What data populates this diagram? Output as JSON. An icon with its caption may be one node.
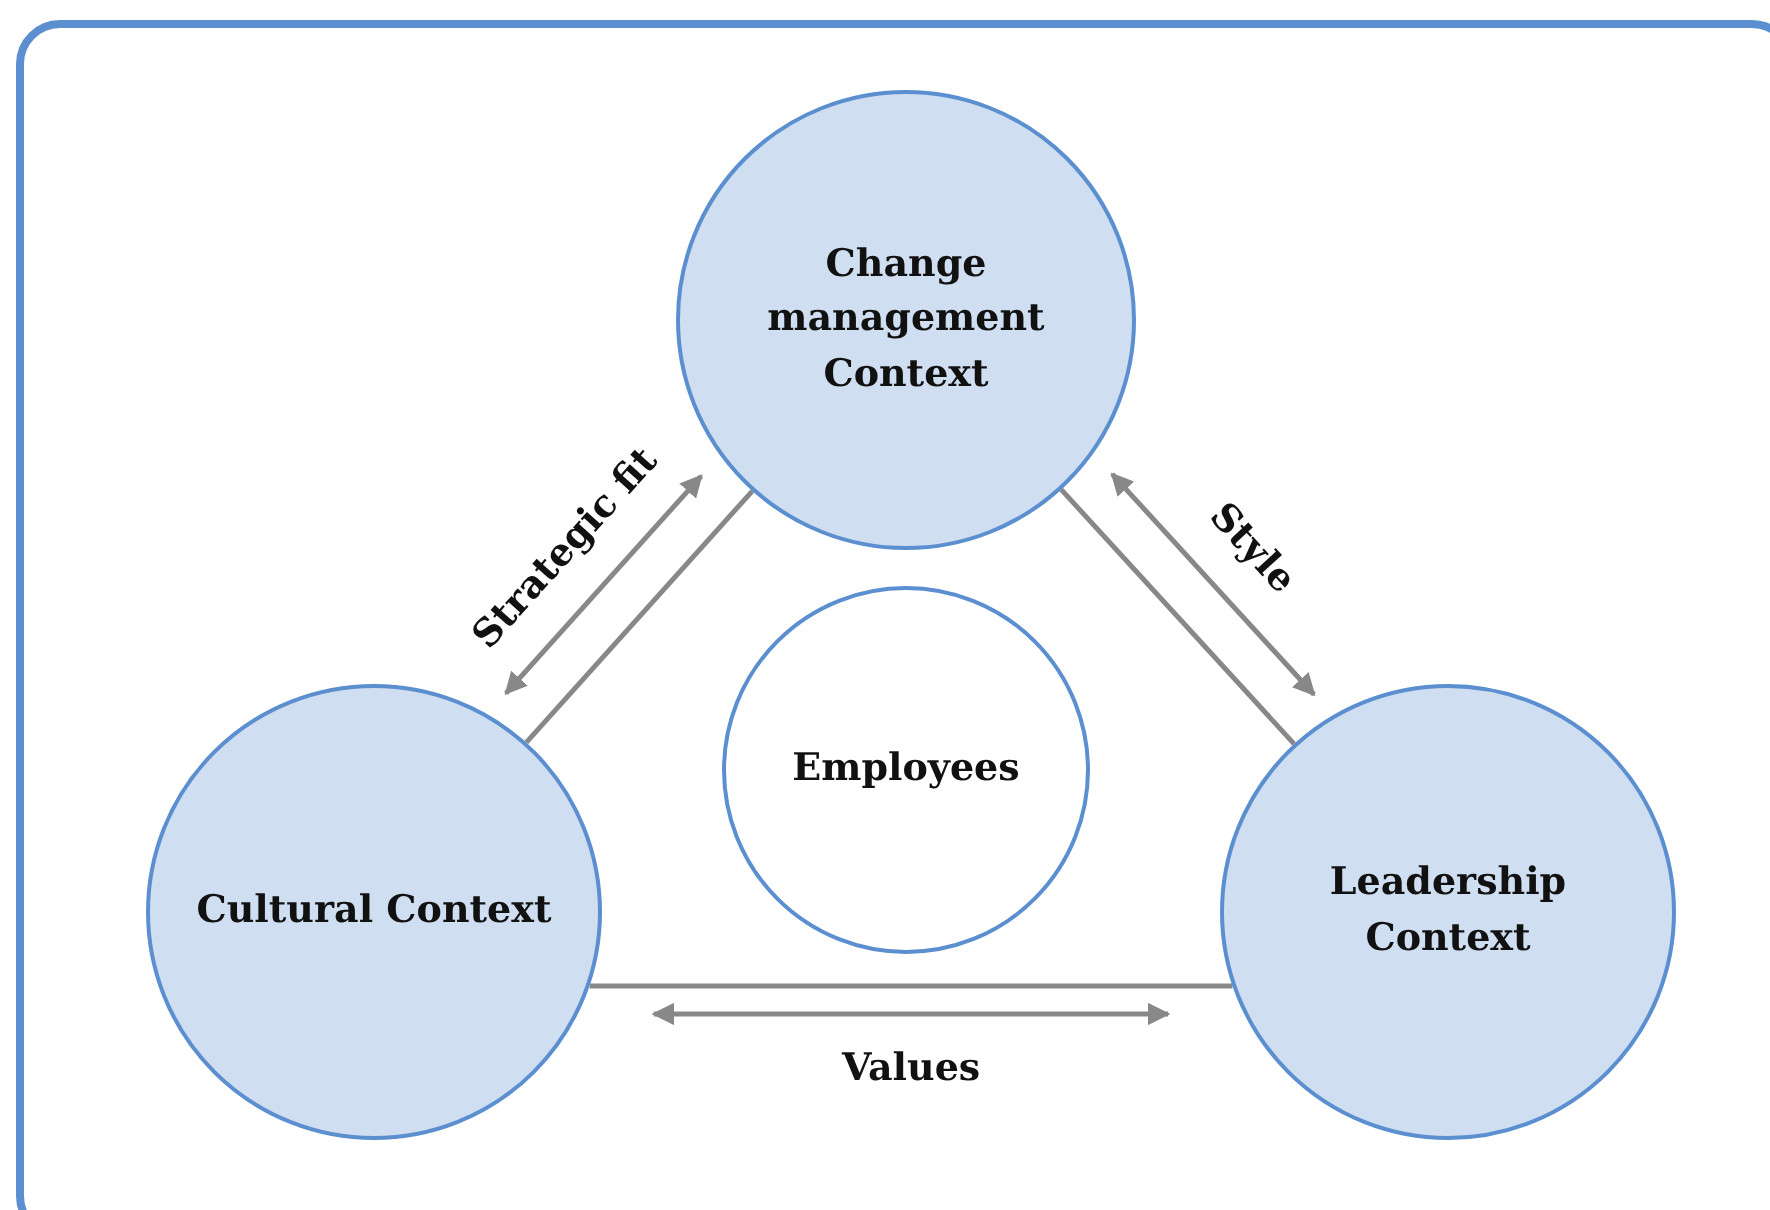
{
  "diagram": {
    "nodes": [
      {
        "text": [
          "Change management Context"
        ]
      },
      {
        "text": [
          "Employees"
        ]
      },
      {
        "text": [
          "Cultural Context"
        ]
      },
      {
        "text": [
          "Leadership Context"
        ]
      }
    ],
    "edges": [
      {
        "from": 0,
        "to": 2,
        "arrow": "none"
      },
      {
        "from": 0,
        "to": 2,
        "arrow": "both",
        "label": "Strategic fit"
      },
      {
        "from": 0,
        "to": 3,
        "arrow": "none"
      },
      {
        "from": 0,
        "to": 3,
        "arrow": "both",
        "label": "Style"
      },
      {
        "from": 2,
        "to": 3,
        "arrow": "none"
      },
      {
        "from": 2,
        "to": 3,
        "arrow": "both",
        "label": "Values"
      }
    ]
  }
}
